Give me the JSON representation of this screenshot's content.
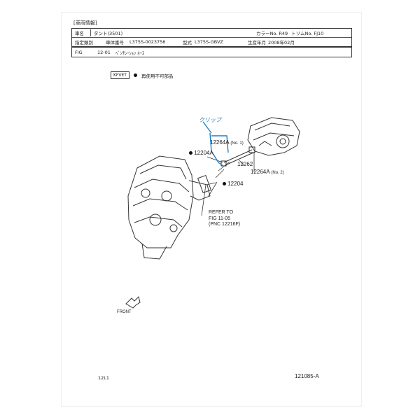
{
  "header": {
    "section_title": "[車両情報]"
  },
  "info_table": {
    "row1": {
      "label_model": "車名",
      "model": "タント(3501)",
      "label_color": "カラーNo. R49",
      "label_trim": "トリムNo. FJ10"
    },
    "row2": {
      "label_spec": "指定類別",
      "label_body": "車体番号",
      "body_no": "L375S-0023756",
      "label_type": "型式",
      "type": "L375S-GBVZ",
      "label_date": "生産年月",
      "date": "2008年02月"
    }
  },
  "fig": {
    "label": "FIG",
    "code": "12-01",
    "name": "ﾍﾞﾝﾁﾚｰｼｮﾝ ﾎｰｽ"
  },
  "legend": {
    "box": "KFVET",
    "text": "再使用不可部品"
  },
  "annotation": {
    "handwritten_note": "クリップ"
  },
  "parts": [
    {
      "id": "12264A",
      "note": "(No. 1)"
    },
    {
      "id": "12204A",
      "note": ""
    },
    {
      "id": "12262",
      "note": ""
    },
    {
      "id": "12204",
      "note": ""
    },
    {
      "id": "12264A",
      "note": "(No. 2)"
    }
  ],
  "refer": {
    "line1": "REFER TO",
    "line2": "FIG   11-05",
    "line3": "(PNC 12216F)"
  },
  "front_label": "FRONT",
  "footer": {
    "left": "12L1",
    "right": "121085-A"
  },
  "colors": {
    "annotation": "#1e7fc9",
    "ink": "#222222"
  }
}
